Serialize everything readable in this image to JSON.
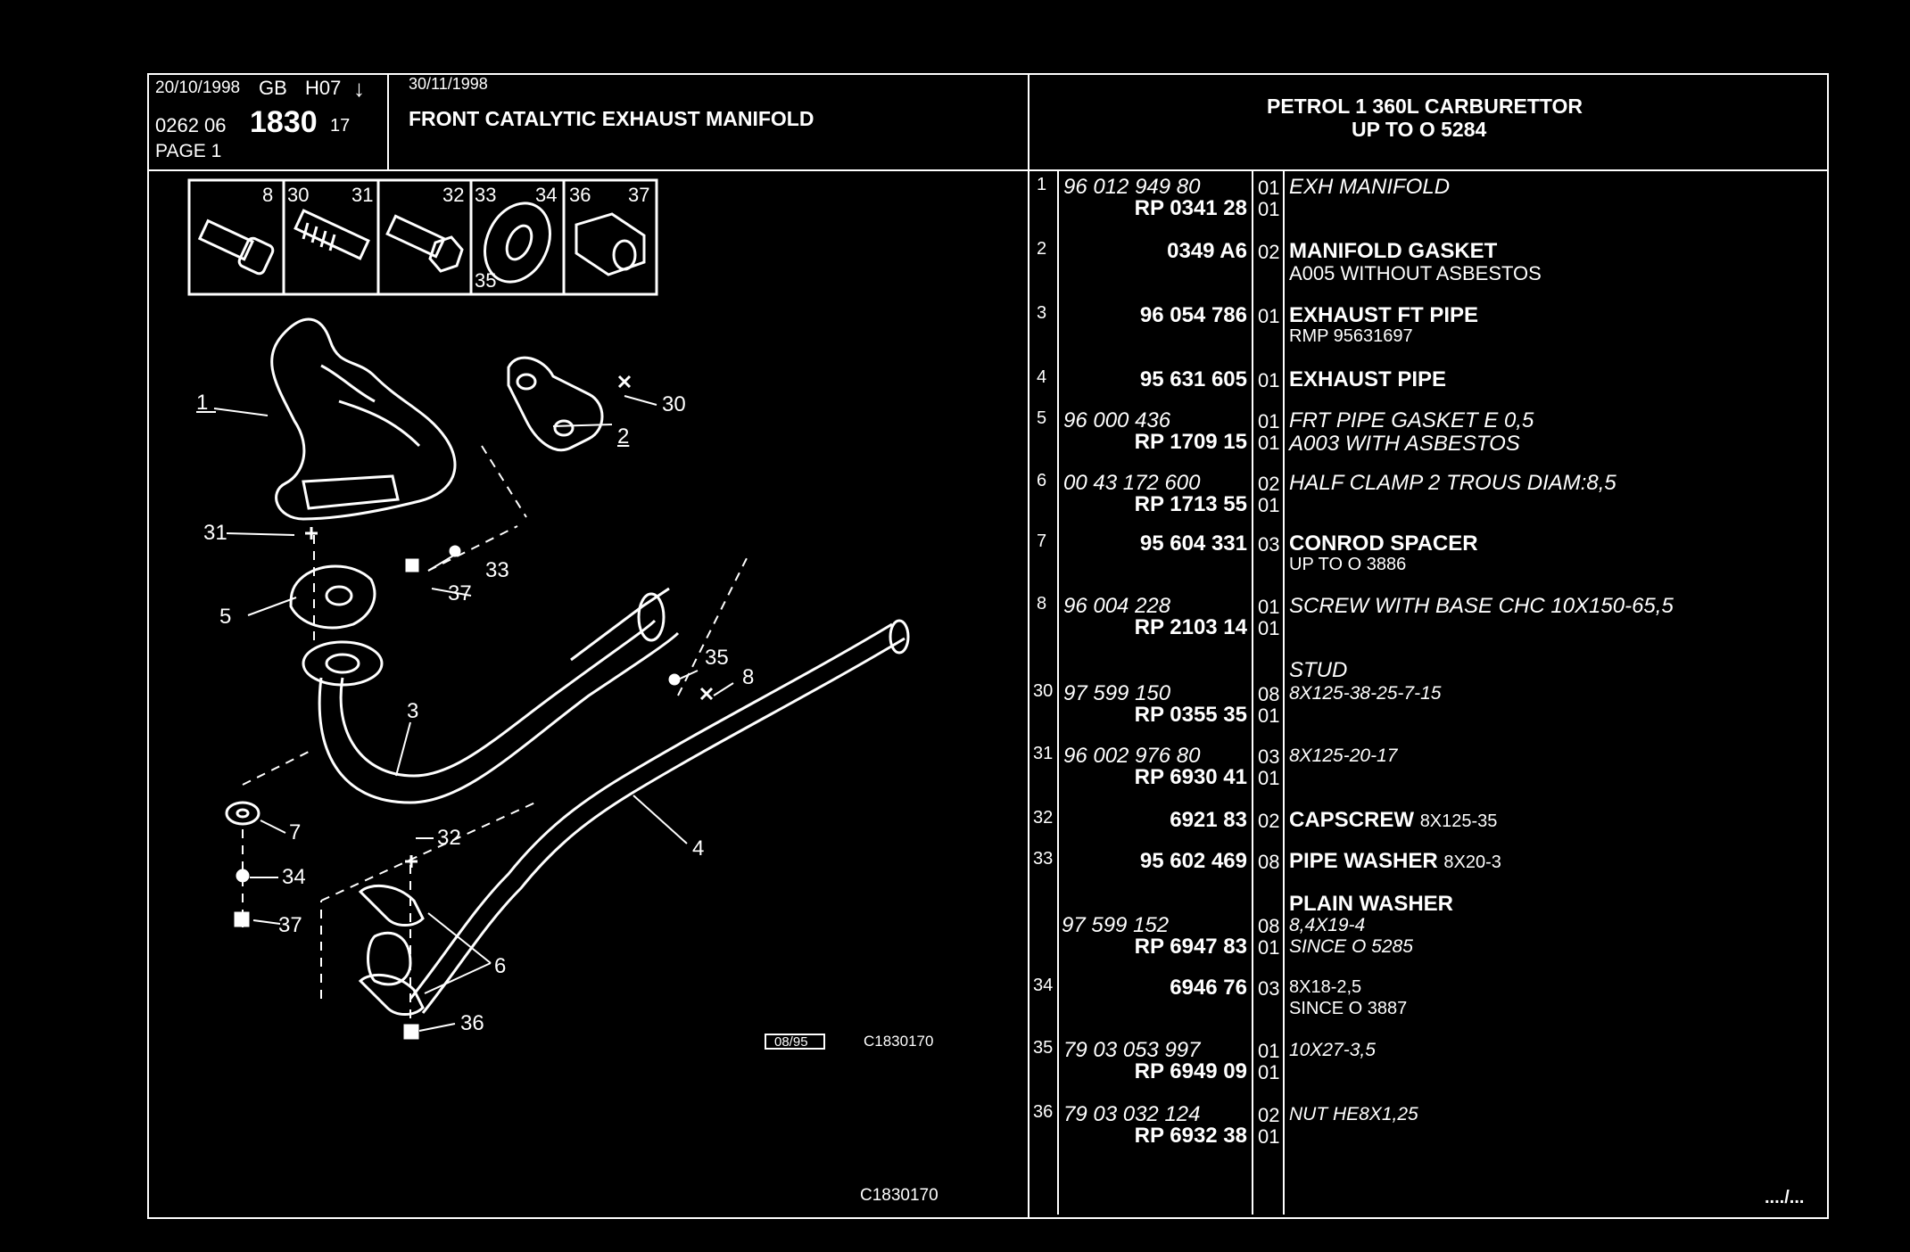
{
  "header": {
    "date_left": "20/10/1998",
    "country": "GB",
    "model_code": "H07",
    "arrow": "↓",
    "ref_prefix": "0262 06",
    "ref_main": "1830",
    "ref_suffix": "17",
    "page_label": "PAGE 1",
    "date_right": "30/11/1998",
    "title": "FRONT CATALYTIC EXHAUST MANIFOLD",
    "engine_line1": "PETROL 1 360L CARBURETTOR",
    "engine_line2": "UP TO O 5284"
  },
  "fixings": {
    "labels": [
      "8",
      "30",
      "31",
      "32",
      "33",
      "34",
      "36",
      "37",
      "35"
    ]
  },
  "diagram": {
    "callouts": [
      "1",
      "2",
      "30",
      "31",
      "33",
      "37",
      "5",
      "35",
      "8",
      "3",
      "7",
      "34",
      "37",
      "32",
      "4",
      "6",
      "36"
    ],
    "stamp_date": "08/95",
    "stamp_code": "C1830170",
    "bottom_code": "C1830170"
  },
  "parts": [
    {
      "item": "1",
      "ref1": "96 012 949 80",
      "ref2": "RP 0341 28",
      "qty1": "01",
      "qty2": "01",
      "desc1": "EXH MANIFOLD",
      "desc2": ""
    },
    {
      "item": "2",
      "ref1": "",
      "ref2": "0349 A6",
      "qty1": "02",
      "qty2": "",
      "desc1": "MANIFOLD GASKET",
      "desc2": "A005 WITHOUT ASBESTOS"
    },
    {
      "item": "3",
      "ref1": "",
      "ref2": "96 054 786",
      "qty1": "01",
      "qty2": "",
      "desc1": "EXHAUST FT PIPE",
      "desc2": "RMP 95631697"
    },
    {
      "item": "4",
      "ref1": "",
      "ref2": "95 631 605",
      "qty1": "01",
      "qty2": "",
      "desc1": "EXHAUST PIPE",
      "desc2": ""
    },
    {
      "item": "5",
      "ref1": "96 000 436",
      "ref2": "RP 1709 15",
      "qty1": "01",
      "qty2": "01",
      "desc1": "FRT PIPE GASKET E 0,5",
      "desc2": "A003 WITH ASBESTOS"
    },
    {
      "item": "6",
      "ref1": "00 43 172 600",
      "ref2": "RP 1713 55",
      "qty1": "02",
      "qty2": "01",
      "desc1": "HALF CLAMP 2 TROUS DIAM:8,5",
      "desc2": ""
    },
    {
      "item": "7",
      "ref1": "",
      "ref2": "95 604 331",
      "qty1": "03",
      "qty2": "",
      "desc1": "CONROD SPACER",
      "desc2": "UP TO O 3886"
    },
    {
      "item": "8",
      "ref1": "96 004 228",
      "ref2": "RP 2103 14",
      "qty1": "01",
      "qty2": "01",
      "desc1": "SCREW WITH BASE CHC 10X150-65,5",
      "desc2": ""
    },
    {
      "item": "",
      "ref1": "",
      "ref2": "",
      "qty1": "",
      "qty2": "",
      "desc1": "STUD",
      "desc2": ""
    },
    {
      "item": "30",
      "ref1": "97 599 150",
      "ref2": "RP 0355 35",
      "qty1": "08",
      "qty2": "01",
      "desc1": "8X125-38-25-7-15",
      "desc2": ""
    },
    {
      "item": "31",
      "ref1": "96 002 976 80",
      "ref2": "RP 6930 41",
      "qty1": "03",
      "qty2": "01",
      "desc1": "8X125-20-17",
      "desc2": ""
    },
    {
      "item": "32",
      "ref1": "",
      "ref2": "6921 83",
      "qty1": "02",
      "qty2": "",
      "desc1": "CAPSCREW",
      "desc1b": "8X125-35",
      "desc2": ""
    },
    {
      "item": "33",
      "ref1": "",
      "ref2": "95 602 469",
      "qty1": "08",
      "qty2": "",
      "desc1": "PIPE WASHER",
      "desc1b": "8X20-3",
      "desc2": ""
    },
    {
      "item": "",
      "ref1": "",
      "ref2": "",
      "qty1": "",
      "qty2": "",
      "desc1": "PLAIN WASHER",
      "desc2": ""
    },
    {
      "item": "",
      "ref1": "97 599 152",
      "ref2": "RP 6947 83",
      "qty1": "08",
      "qty2": "01",
      "desc1": "8,4X19-4",
      "desc2": "SINCE O 5285"
    },
    {
      "item": "34",
      "ref1": "",
      "ref2": "6946 76",
      "qty1": "03",
      "qty2": "",
      "desc1": "8X18-2,5",
      "desc2": "SINCE O 3887"
    },
    {
      "item": "35",
      "ref1": "79 03 053 997",
      "ref2": "RP 6949 09",
      "qty1": "01",
      "qty2": "01",
      "desc1": "10X27-3,5",
      "desc2": ""
    },
    {
      "item": "36",
      "ref1": "79 03 032 124",
      "ref2": "RP 6932 38",
      "qty1": "02",
      "qty2": "01",
      "desc1": "NUT HE8X1,25",
      "desc2": ""
    }
  ],
  "footer": {
    "continued": "..../..."
  }
}
